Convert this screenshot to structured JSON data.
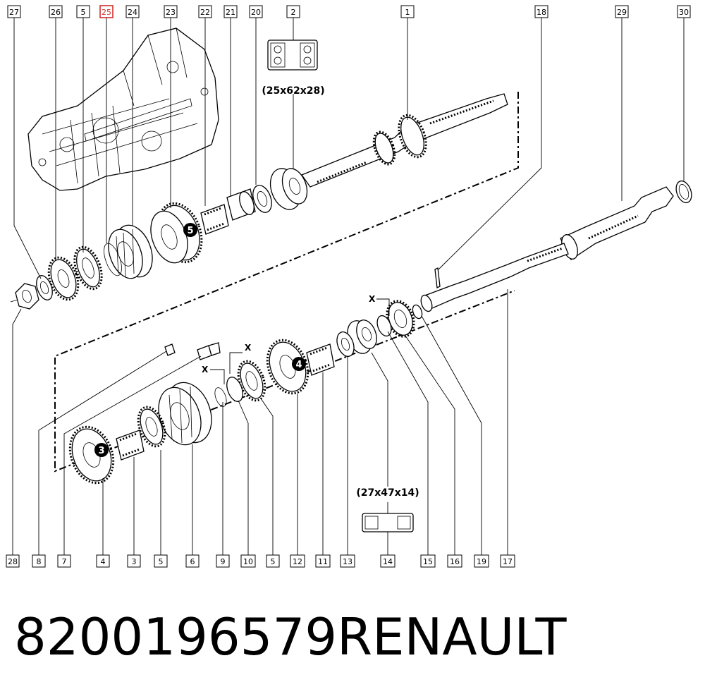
{
  "diagram": {
    "top_callouts": [
      {
        "label": "27",
        "highlight": false
      },
      {
        "label": "26",
        "highlight": false
      },
      {
        "label": "5",
        "highlight": false
      },
      {
        "label": "25",
        "highlight": true
      },
      {
        "label": "24",
        "highlight": false
      },
      {
        "label": "23",
        "highlight": false
      },
      {
        "label": "22",
        "highlight": false
      },
      {
        "label": "21",
        "highlight": false
      },
      {
        "label": "20",
        "highlight": false
      },
      {
        "label": "2",
        "highlight": false
      },
      {
        "label": "1",
        "highlight": false
      },
      {
        "label": "18",
        "highlight": false
      },
      {
        "label": "29",
        "highlight": false
      },
      {
        "label": "30",
        "highlight": false
      }
    ],
    "bottom_callouts": [
      {
        "label": "28"
      },
      {
        "label": "8"
      },
      {
        "label": "7"
      },
      {
        "label": "4"
      },
      {
        "label": "3"
      },
      {
        "label": "5"
      },
      {
        "label": "6"
      },
      {
        "label": "9"
      },
      {
        "label": "10"
      },
      {
        "label": "5"
      },
      {
        "label": "12"
      },
      {
        "label": "11"
      },
      {
        "label": "13"
      },
      {
        "label": "14"
      },
      {
        "label": "15"
      },
      {
        "label": "16"
      },
      {
        "label": "19"
      },
      {
        "label": "17"
      }
    ],
    "bearing_top_size": "(25x62x28)",
    "bearing_bottom_size": "(27x47x14)",
    "gear_badges": [
      "5",
      "4",
      "3"
    ],
    "shim_marks": [
      "X",
      "X",
      "X"
    ],
    "highlight_color": "#d03030"
  },
  "footer": {
    "part_number": "8200196579",
    "brand": "RENAULT"
  }
}
